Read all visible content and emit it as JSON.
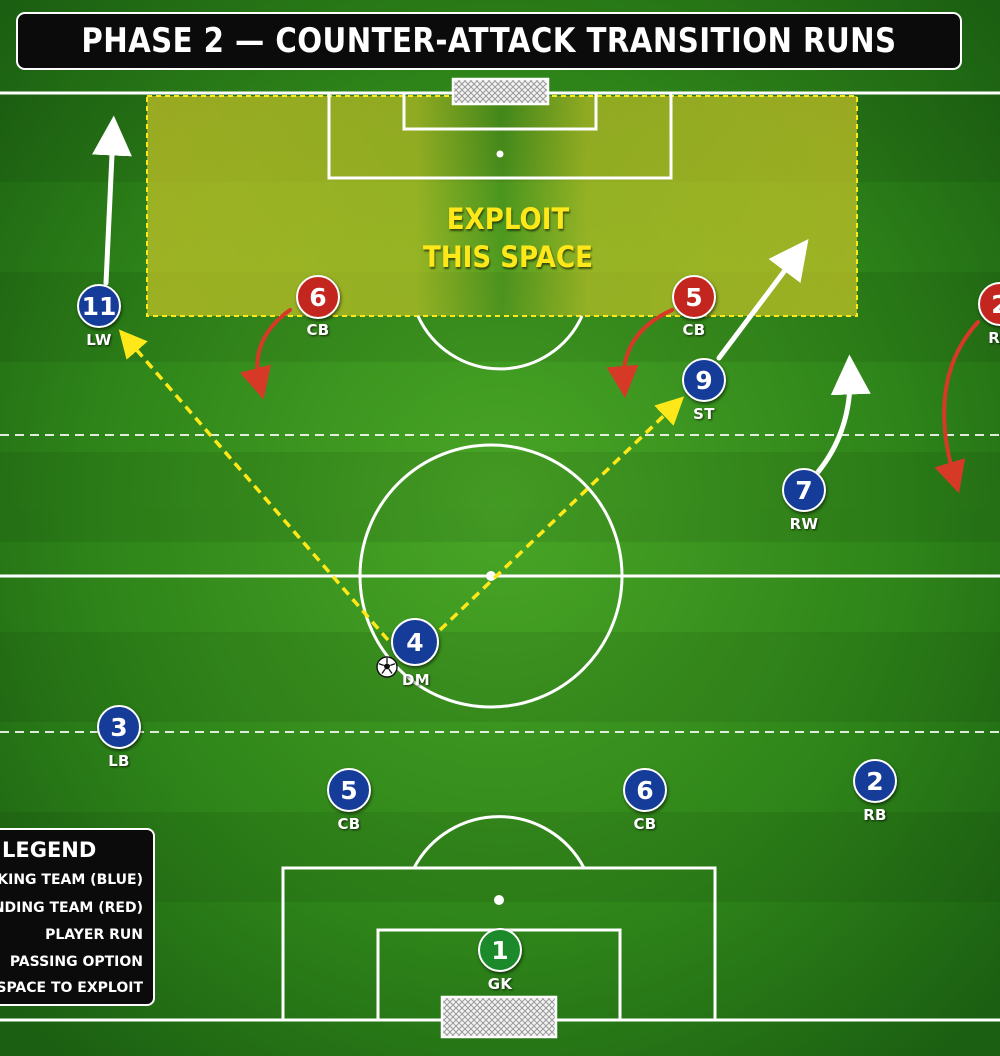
{
  "title": "PHASE 2 — COUNTER-ATTACK TRANSITION RUNS",
  "zone": {
    "line1": "EXPLOIT",
    "line2": "THIS SPACE"
  },
  "attackers": [
    {
      "number": "11",
      "role": "LW"
    },
    {
      "number": "9",
      "role": "ST"
    },
    {
      "number": "7",
      "role": "RW"
    },
    {
      "number": "4",
      "role": "DM"
    },
    {
      "number": "3",
      "role": "LB"
    },
    {
      "number": "5",
      "role": "CB"
    },
    {
      "number": "6",
      "role": "CB"
    },
    {
      "number": "2",
      "role": "RB"
    }
  ],
  "goalkeeper": {
    "number": "1",
    "role": "GK"
  },
  "defenders": [
    {
      "number": "6",
      "role": "CB"
    },
    {
      "number": "5",
      "role": "CB"
    },
    {
      "number": "2",
      "role": "RB"
    }
  ],
  "legend": {
    "title": "LEGEND",
    "items": [
      "ATTACKING TEAM (BLUE)",
      "DEFENDING TEAM (RED)",
      "PLAYER RUN",
      "PASSING OPTION",
      "SPACE TO EXPLOIT"
    ]
  },
  "colors": {
    "attacking": "#163c9a",
    "defending": "#c3261e",
    "goalkeeper": "#1c8a2a",
    "passing": "#ffe81a",
    "zone": "#e6d229",
    "pitch_light": "#3f9b22",
    "pitch_dark": "#1f6b14"
  }
}
